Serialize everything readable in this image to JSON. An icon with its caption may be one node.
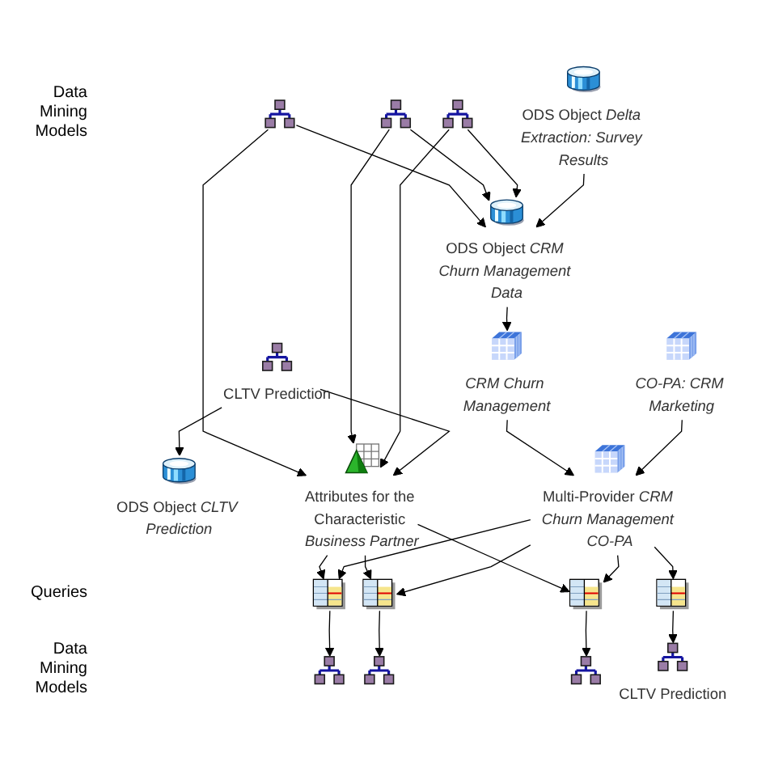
{
  "diagram": {
    "nodes": [
      {
        "text": [],
        "shape": "picture"
      },
      {
        "text": [],
        "shape": "picture"
      },
      {
        "text": [],
        "shape": "picture"
      },
      {
        "text": [
          "CLTV Prediction"
        ]
      },
      {
        "text": [
          "ODS Object *CLTV Prediction*"
        ]
      },
      {
        "text": [
          "ODS Object *Delta Extraction: Survey Results*"
        ]
      },
      {
        "text": [
          "Attributes for the Characteristic *Business Partner*"
        ]
      },
      {
        "text": [
          "ODS Object *CRM Churn Management Data*"
        ]
      },
      {
        "text": [
          "CRM Churn Management"
        ]
      },
      {
        "text": [
          "CO-PA: CRM Marketing"
        ]
      },
      {
        "text": [
          "Multi-Provider *CRM Churn Management CO-PA*"
        ]
      },
      {
        "text": [],
        "shape": "picture"
      },
      {
        "text": [],
        "shape": "picture"
      },
      {
        "text": [],
        "shape": "picture"
      },
      {
        "text": [],
        "shape": "picture"
      },
      {
        "text": [],
        "shape": "picture"
      },
      {
        "text": [],
        "shape": "picture"
      },
      {
        "text": [],
        "shape": "picture"
      },
      {
        "text": [
          "CLTV Prediction"
        ]
      }
    ],
    "edges": [
      {
        "from": 0,
        "to": 6,
        "arrow": "to"
      },
      {
        "from": 0,
        "to": 7,
        "arrow": "to"
      },
      {
        "from": 1,
        "to": 6,
        "arrow": "to"
      },
      {
        "from": 1,
        "to": 7,
        "arrow": "to"
      },
      {
        "from": 2,
        "to": 6,
        "arrow": "to"
      },
      {
        "from": 2,
        "to": 7,
        "arrow": "to"
      },
      {
        "from": 3,
        "to": 6,
        "arrow": "to"
      },
      {
        "from": 3,
        "to": 4,
        "arrow": "to"
      },
      {
        "from": 5,
        "to": 7,
        "arrow": "to"
      },
      {
        "from": 6,
        "to": 11,
        "arrow": "to"
      },
      {
        "from": 6,
        "to": 12,
        "arrow": "to"
      },
      {
        "from": 6,
        "to": 13,
        "arrow": "to"
      },
      {
        "from": 7,
        "to": 8,
        "arrow": "to"
      },
      {
        "from": 8,
        "to": 10,
        "arrow": "to"
      },
      {
        "from": 9,
        "to": 10,
        "arrow": "to"
      },
      {
        "from": 10,
        "to": 11,
        "arrow": "to"
      },
      {
        "from": 10,
        "to": 12,
        "arrow": "to"
      },
      {
        "from": 10,
        "to": 13,
        "arrow": "to"
      },
      {
        "from": 10,
        "to": 14,
        "arrow": "to"
      },
      {
        "from": 11,
        "to": 15,
        "arrow": "to"
      },
      {
        "from": 12,
        "to": 16,
        "arrow": "to"
      },
      {
        "from": 13,
        "to": 17,
        "arrow": "to"
      },
      {
        "from": 14,
        "to": 18,
        "arrow": "to"
      }
    ],
    "labels": [
      "Data Mining Models",
      "Queries",
      "Data Mining Models"
    ]
  }
}
